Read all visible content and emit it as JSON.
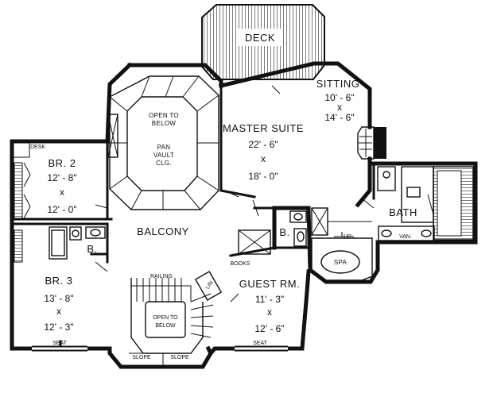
{
  "labels": {
    "deck": "DECK",
    "sitting": "SITTING",
    "sitting_w": "10' - 6\"",
    "sitting_x": "x",
    "sitting_l": "14' - 6\"",
    "open_below_top_1": "OPEN TO",
    "open_below_top_2": "BELOW",
    "pan_vault_1": "PAN",
    "pan_vault_2": "VAULT",
    "pan_vault_3": "CLG.",
    "master_suite": "MASTER SUITE",
    "master_w": "22' - 6\"",
    "master_x": "x",
    "master_l": "18' - 0\"",
    "desk": "DESK",
    "br2": "BR. 2",
    "br2_w": "12' - 8\"",
    "br2_x": "x",
    "br2_l": "12' - 0\"",
    "bath": "BATH",
    "balcony": "BALCONY",
    "b_left": "B.",
    "b_right": "B.",
    "up": "UP",
    "van": "VAN.",
    "spa": "SPA",
    "books": "BOOKS",
    "lin": "LIN",
    "railing": "RAILING",
    "guest_rm": "GUEST RM.",
    "guest_w": "11' - 3\"",
    "guest_x": "x",
    "guest_l": "12' - 6\"",
    "br3": "BR. 3",
    "br3_w": "13' - 8\"",
    "br3_x": "x",
    "br3_l": "12' - 3\"",
    "open_below_stair_1": "OPEN TO",
    "open_below_stair_2": "BELOW",
    "seat_left": "SEAT",
    "seat_right": "SEAT",
    "slope_left": "SLOPE",
    "slope_right": "SLOPE"
  }
}
